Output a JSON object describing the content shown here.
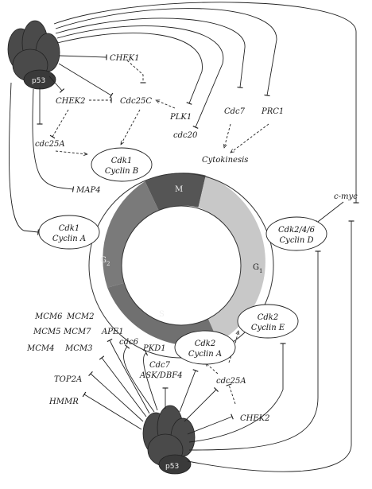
{
  "colors": {
    "phase_M": "#555555",
    "phase_G1": "#c8c8c8",
    "phase_S": "#707070",
    "phase_G2": "#7a7a7a",
    "protein": "#4a4a4a"
  },
  "p53": {
    "top_label": "p53",
    "bottom_label": "p53"
  },
  "cycle": {
    "M": "M",
    "G1": "G1",
    "S": "S",
    "G2": "G2"
  },
  "nodes": {
    "cdk1_cyclin_b": {
      "line1": "Cdk1",
      "line2": "Cyclin B"
    },
    "cdk1_cyclin_a": {
      "line1": "Cdk1",
      "line2": "Cyclin A"
    },
    "cdk246_cyclin_d": {
      "line1": "Cdk2/4/6",
      "line2": "Cyclin D"
    },
    "cdk2_cyclin_e": {
      "line1": "Cdk2",
      "line2": "Cyclin E"
    },
    "cdk2_cyclin_a": {
      "line1": "Cdk2",
      "line2": "Cyclin A"
    }
  },
  "labels": {
    "chek1": "CHEK1",
    "chek2_top": "CHEK2",
    "cdc25c": "Cdc25C",
    "plk1": "PLK1",
    "cdc20": "cdc20",
    "cdc7_top": "Cdc7",
    "prc1": "PRC1",
    "cdc25a_top": "cdc25A",
    "cytokinesis": "Cytokinesis",
    "map4": "MAP4",
    "cmyc": "c-myc",
    "mcm6": "MCM6",
    "mcm2": "MCM2",
    "mcm5": "MCM5",
    "mcm7": "MCM7",
    "mcm4": "MCM4",
    "mcm3": "MCM3",
    "ape1": "APE1",
    "cdc6": "cdc6",
    "pkd1": "PKD1",
    "cdc7_bottom": "Cdc7",
    "ask_dbf4": "ASK/DBF4",
    "top2a": "TOP2A",
    "hmmr": "HMMR",
    "cdc25a_bottom": "cdc25A",
    "chek2_bottom": "CHEK2"
  }
}
